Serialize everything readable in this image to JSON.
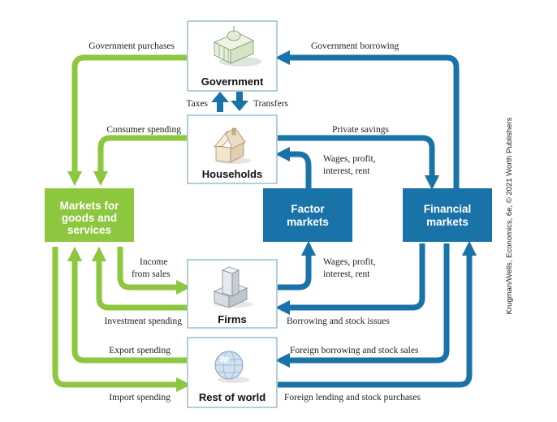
{
  "colors": {
    "green": "#8dc63f",
    "blue": "#1a73a8",
    "box_border": "#8fb4c8",
    "box_fill": "#ffffff"
  },
  "nodes": {
    "government": {
      "label": "Government",
      "icon": "government-building-icon"
    },
    "households": {
      "label": "Households",
      "icon": "house-icon"
    },
    "firms": {
      "label": "Firms",
      "icon": "factory-icon"
    },
    "rest_of_world": {
      "label": "Rest of world",
      "icon": "globe-icon"
    },
    "goods_market": {
      "lines": [
        "Markets for",
        "goods and",
        "services"
      ]
    },
    "factor_market": {
      "lines": [
        "Factor",
        "markets"
      ]
    },
    "financial_market": {
      "lines": [
        "Financial",
        "markets"
      ]
    }
  },
  "flows": {
    "government_purchases": "Government purchases",
    "government_borrowing": "Government borrowing",
    "taxes": "Taxes",
    "transfers": "Transfers",
    "consumer_spending": "Consumer spending",
    "private_savings": "Private savings",
    "wages_hh": [
      "Wages, profit,",
      "interest, rent"
    ],
    "income_from_sales": [
      "Income",
      "from sales"
    ],
    "wages_firms": [
      "Wages, profit,",
      "interest, rent"
    ],
    "investment_spending": "Investment spending",
    "borrowing_stock": "Borrowing and stock issues",
    "export_spending": "Export spending",
    "foreign_borrowing": "Foreign borrowing and stock sales",
    "import_spending": "Import spending",
    "foreign_lending": "Foreign lending and stock purchases"
  },
  "credit": "Krugman/Wells, Economics, 6e, © 2021 Worth Publishers"
}
